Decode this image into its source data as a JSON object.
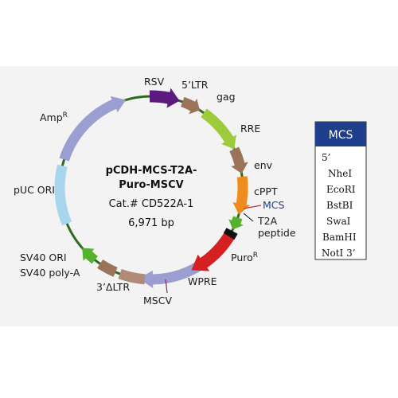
{
  "plasmid": {
    "name_line1": "pCDH-MCS-T2A-",
    "name_line2": "Puro-MSCV",
    "catalog": "Cat.# CD522A-1",
    "size": "6,971 bp"
  },
  "features": {
    "rsv": "RSV",
    "ltr5": "5’LTR",
    "gag": "gag",
    "rre": "RRE",
    "env": "env",
    "cppt": "cPPT",
    "mcs": "MCS",
    "t2a_line1": "T2A",
    "t2a_line2": "peptide",
    "puro": "Puro",
    "puro_sup": "R",
    "wpre": "WPRE",
    "mscv": "MSCV",
    "ltr3": "3’ΔLTR",
    "sv40polya": "SV40 poly-A",
    "sv40ori": "SV40 ORI",
    "puc": "pUC ORI",
    "amp": "Amp",
    "amp_sup": "R"
  },
  "mcs_table": {
    "header": "MCS",
    "rows": [
      "5’",
      "NheI",
      "EcoRI",
      "BstBI",
      "SwaI",
      "BamHI",
      "NotI 3’"
    ]
  },
  "colors": {
    "backbone": "#2e6b1f",
    "rsv": "#5b1a7e",
    "ltr": "#9a7358",
    "gag": "#9ccc3c",
    "rre": "#9a7358",
    "env": "#f08c1e",
    "cppt": "#55b02e",
    "t2a": "#111111",
    "puro": "#d42020",
    "wpre": "#9b9ed0",
    "mscv": "#b08c78",
    "sv40": "#55b02e",
    "puc": "#a8d4ee",
    "amp": "#9b9ed0",
    "mcs_header_bg": "#1f3e8c",
    "mcs_label": "#1f3e8c",
    "panel_bg": "#f3f3f3"
  }
}
